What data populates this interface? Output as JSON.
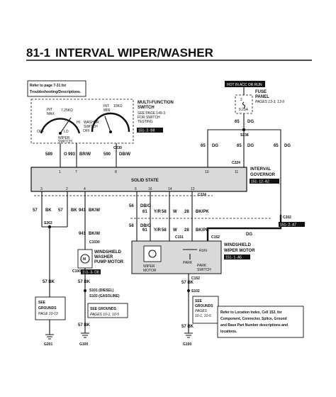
{
  "title": {
    "code": "81-1",
    "text": "INTERVAL WIPER/WASHER"
  },
  "refer_note": {
    "line1": "Refer to page 7-31 for",
    "line2": "Troubleshooting/Descriptions."
  },
  "hot_label": "HOT IN ACC OR RUN",
  "fuse_panel": {
    "label1": "FUSE",
    "label2": "PANEL",
    "pages": "PAGES 13-3, 13-9",
    "fuse": "9.25A",
    "fuse_num": "2"
  },
  "multifunction": {
    "title1": "MULTI-FUNCTION",
    "title2": "SWITCH",
    "page_ref1": "SEE PAGE 149-3",
    "page_ref2": "FOR SWITCH",
    "page_ref3": "TESTING",
    "ref": "151-  2-  B8",
    "int_max_left": "INT\nMAX",
    "int_min_right": "INT\nMIN",
    "hi_label": "HI",
    "off_label": "OFF",
    "lo_label": "LO",
    "washer_label": "WASHER\nSWITCH",
    "wiper_label": "WIPER\nSWITCH",
    "ohm_left": "7.25KΩ",
    "ohm_right": "10KΩ"
  },
  "interval_governor": {
    "label1": "INTERVAL",
    "label2": "GOVERNOR",
    "solid_state": "SOLID STATE",
    "ref": "151-  12-  A2",
    "connector": "C224"
  },
  "top_wires": [
    {
      "num": "589",
      "color": "O"
    },
    {
      "num": "993",
      "color": "BR/W"
    },
    {
      "num": "590",
      "color": "DB/W"
    }
  ],
  "c230": "C230",
  "s238": "S238",
  "c224b": "C224",
  "power_wires": [
    {
      "num": "65",
      "color": "DG"
    },
    {
      "num": "65",
      "color": "DG"
    },
    {
      "num": "65",
      "color": "DG"
    },
    {
      "num": "65",
      "color": "DG"
    }
  ],
  "pins_top": [
    "1",
    "7",
    "8",
    "10",
    "11"
  ],
  "pins_bottom": [
    "3",
    "2",
    "4",
    "6",
    "16",
    "14",
    "13"
  ],
  "mid_wires": [
    {
      "num": "57",
      "color": "BK"
    },
    {
      "num": "57",
      "color": "BK"
    },
    {
      "num": "941",
      "color": "BK/W"
    },
    {
      "num": "56",
      "color": "DB/O"
    },
    {
      "num": "61",
      "color": "Y/R"
    },
    {
      "num": "58",
      "color": "W"
    },
    {
      "num": "28",
      "color": "BK/PK"
    }
  ],
  "s263": "S263",
  "c202": "C202",
  "c202_ref": "151-  2-  A7",
  "dg_label": "DG",
  "c151": "C151",
  "c152": "C152",
  "wiper_motor": {
    "label1": "WINDSHIELD",
    "label2": "WIPER MOTOR",
    "ref": "151-  1-  A5",
    "park_label": "PARK",
    "run_label": "RUN",
    "park_switch": "PARK\nSWITCH",
    "wiper_motor_text": "WIPER\nMOTOR"
  },
  "washer_pump": {
    "label1": "WINDSHIELD",
    "label2": "WASHER",
    "label3": "PUMP MOTOR",
    "c1030": "C1030",
    "c1000": "C1000",
    "ref": "151-  3-  D8"
  },
  "bottom_left": {
    "wire": "57  BK",
    "see1": "SEE",
    "see2": "GROUNDS",
    "see3": "PAGE 10-13",
    "ground": "G201"
  },
  "bottom_mid": {
    "s101": "S101 (DIESEL)",
    "s103": "S103 (GASOLINE)",
    "see1": "SEE GROUNDS",
    "see2": "PAGES 10-1, 10-5",
    "wire": "57  BK",
    "ground": "G100"
  },
  "bottom_right": {
    "c152b": "C152",
    "wire1": "57  BK",
    "s102": "S102",
    "see1": "SEE",
    "see2": "GROUNDS",
    "see3": "PAGES",
    "see4": "10-1, 10-5",
    "wire2": "57  BK",
    "ground": "G100"
  },
  "location_note": {
    "l1": "Refer to Location Index, Cell 152, for",
    "l2": "Component, Connector, Splice, Ground",
    "l3": "and Base Part Number descriptions and",
    "l4": "locations."
  }
}
